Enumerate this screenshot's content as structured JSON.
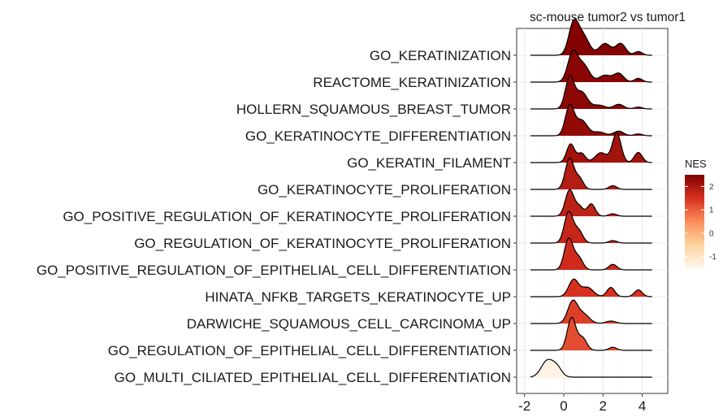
{
  "chart_data": {
    "type": "ridgeline",
    "title": "sc-mouse tumor2 vs tumor1",
    "xlabel": "",
    "ylabel": "",
    "xlim": [
      -2.4,
      5.3
    ],
    "x_ticks": [
      -2,
      0,
      2,
      4
    ],
    "x_tick_labels": [
      "-2",
      "0",
      "2",
      "4"
    ],
    "grid": true,
    "legend": {
      "title": "NES",
      "placement": "right",
      "ticks": [
        -1,
        0,
        1,
        2
      ],
      "tick_labels": [
        "-1",
        "0",
        "1",
        "2"
      ],
      "range": [
        -1.5,
        2.5
      ],
      "colors": [
        "#fff7ec",
        "#fdd49e",
        "#fc8d59",
        "#d7301f",
        "#7f0000"
      ]
    },
    "categories": [
      "GO_KERATINIZATION",
      "REACTOME_KERATINIZATION",
      "HOLLERN_SQUAMOUS_BREAST_TUMOR",
      "GO_KERATINOCYTE_DIFFERENTIATION",
      "GO_KERATIN_FILAMENT",
      "GO_KERATINOCYTE_PROLIFERATION",
      "GO_POSITIVE_REGULATION_OF_KERATINOCYTE_PROLIFERATION",
      "GO_REGULATION_OF_KERATINOCYTE_PROLIFERATION",
      "GO_POSITIVE_REGULATION_OF_EPITHELIAL_CELL_DIFFERENTIATION",
      "HINATA_NFKB_TARGETS_KERATINOCYTE_UP",
      "DARWICHE_SQUAMOUS_CELL_CARCINOMA_UP",
      "GO_REGULATION_OF_EPITHELIAL_CELL_DIFFERENTIATION",
      "GO_MULTI_CILIATED_EPITHELIAL_CELL_DIFFERENTIATION"
    ],
    "series": [
      {
        "nes": 2.45,
        "x_range": [
          -1.7,
          4.5
        ],
        "peaks": [
          [
            0.5,
            1.0,
            0.25
          ],
          [
            1.0,
            0.6,
            0.3
          ],
          [
            2.1,
            0.38,
            0.3
          ],
          [
            2.9,
            0.38,
            0.25
          ],
          [
            3.8,
            0.12,
            0.2
          ]
        ]
      },
      {
        "nes": 2.4,
        "x_range": [
          -1.7,
          4.5
        ],
        "peaks": [
          [
            0.45,
            0.92,
            0.25
          ],
          [
            1.0,
            0.55,
            0.3
          ],
          [
            2.1,
            0.22,
            0.3
          ],
          [
            2.8,
            0.28,
            0.25
          ],
          [
            3.8,
            0.12,
            0.2
          ]
        ]
      },
      {
        "nes": 2.35,
        "x_range": [
          -1.7,
          4.5
        ],
        "peaks": [
          [
            0.3,
            1.0,
            0.22
          ],
          [
            0.9,
            0.55,
            0.3
          ],
          [
            1.8,
            0.12,
            0.3
          ],
          [
            2.8,
            0.15,
            0.25
          ],
          [
            3.8,
            0.06,
            0.2
          ]
        ]
      },
      {
        "nes": 2.3,
        "x_range": [
          -1.7,
          4.5
        ],
        "peaks": [
          [
            0.3,
            0.95,
            0.22
          ],
          [
            0.9,
            0.5,
            0.3
          ],
          [
            1.8,
            0.12,
            0.3
          ],
          [
            2.8,
            0.15,
            0.25
          ],
          [
            3.8,
            0.06,
            0.2
          ]
        ]
      },
      {
        "nes": 2.1,
        "x_range": [
          -1.7,
          4.5
        ],
        "peaks": [
          [
            0.35,
            0.6,
            0.2
          ],
          [
            0.9,
            0.3,
            0.2
          ],
          [
            1.9,
            0.32,
            0.3
          ],
          [
            2.7,
            0.95,
            0.22
          ],
          [
            3.8,
            0.33,
            0.2
          ]
        ]
      },
      {
        "nes": 1.9,
        "x_range": [
          -1.7,
          4.5
        ],
        "peaks": [
          [
            0.3,
            1.0,
            0.22
          ],
          [
            0.8,
            0.35,
            0.2
          ],
          [
            2.5,
            0.12,
            0.2
          ]
        ]
      },
      {
        "nes": 1.8,
        "x_range": [
          -1.7,
          4.5
        ],
        "peaks": [
          [
            0.3,
            0.85,
            0.22
          ],
          [
            0.8,
            0.3,
            0.2
          ],
          [
            1.4,
            0.4,
            0.2
          ],
          [
            2.5,
            0.08,
            0.2
          ]
        ]
      },
      {
        "nes": 1.7,
        "x_range": [
          -1.7,
          4.5
        ],
        "peaks": [
          [
            0.25,
            1.0,
            0.22
          ],
          [
            0.75,
            0.4,
            0.22
          ],
          [
            2.5,
            0.08,
            0.2
          ]
        ]
      },
      {
        "nes": 1.6,
        "x_range": [
          -1.7,
          4.5
        ],
        "peaks": [
          [
            0.25,
            1.0,
            0.22
          ],
          [
            0.75,
            0.4,
            0.22
          ],
          [
            2.5,
            0.18,
            0.2
          ]
        ]
      },
      {
        "nes": 1.5,
        "x_range": [
          -1.7,
          4.5
        ],
        "peaks": [
          [
            0.5,
            0.55,
            0.25
          ],
          [
            1.2,
            0.3,
            0.3
          ],
          [
            2.4,
            0.3,
            0.2
          ],
          [
            3.8,
            0.22,
            0.2
          ]
        ]
      },
      {
        "nes": 1.35,
        "x_range": [
          -1.7,
          4.5
        ],
        "peaks": [
          [
            0.45,
            0.7,
            0.25
          ],
          [
            1.0,
            0.3,
            0.3
          ],
          [
            2.4,
            0.08,
            0.25
          ]
        ]
      },
      {
        "nes": 1.2,
        "x_range": [
          -1.7,
          4.5
        ],
        "peaks": [
          [
            0.4,
            1.05,
            0.22
          ],
          [
            0.95,
            0.4,
            0.22
          ],
          [
            2.5,
            0.1,
            0.2
          ]
        ]
      },
      {
        "nes": -1.4,
        "x_range": [
          -1.7,
          4.5
        ],
        "peaks": [
          [
            -0.85,
            0.52,
            0.3
          ],
          [
            -0.35,
            0.3,
            0.25
          ]
        ]
      }
    ]
  }
}
